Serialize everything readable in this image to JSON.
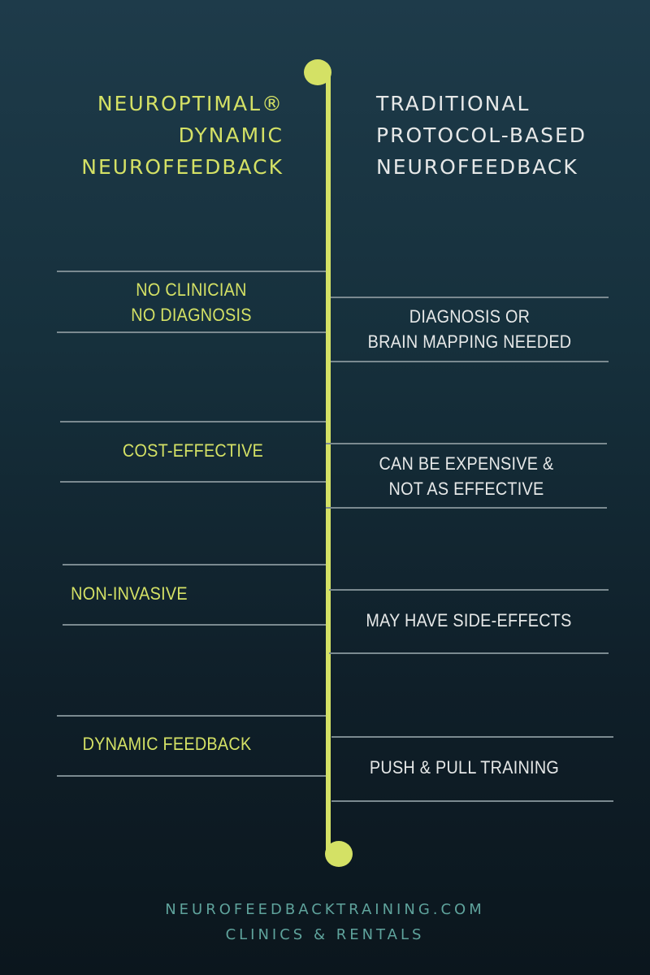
{
  "colors": {
    "accent": "#d4e165",
    "right_text": "#e6e8e8",
    "rule": "#7b8a90",
    "footer": "#5fa39c",
    "bg_top": "#1e3b4a",
    "bg_bottom": "#0b161d"
  },
  "header": {
    "left_title": [
      "NEUROPTIMAL®",
      "DYNAMIC",
      "NEUROFEEDBACK"
    ],
    "right_title": [
      "TRADITIONAL",
      "PROTOCOL-BASED",
      "NEUROFEEDBACK"
    ]
  },
  "comparisons": [
    {
      "left": [
        "NO CLINICIAN",
        "NO DIAGNOSIS"
      ],
      "right": [
        "DIAGNOSIS OR",
        "BRAIN MAPPING NEEDED"
      ]
    },
    {
      "left": [
        "COST-EFFECTIVE"
      ],
      "right": [
        "CAN BE EXPENSIVE &",
        "NOT AS EFFECTIVE"
      ]
    },
    {
      "left": [
        "NON-INVASIVE"
      ],
      "right": [
        "MAY HAVE SIDE-EFFECTS"
      ]
    },
    {
      "left": [
        "DYNAMIC FEEDBACK"
      ],
      "right": [
        "PUSH & PULL TRAINING"
      ]
    }
  ],
  "footer": {
    "line1": "NEUROFEEDBACKTRAINING.COM",
    "line2": "CLINICS & RENTALS"
  }
}
